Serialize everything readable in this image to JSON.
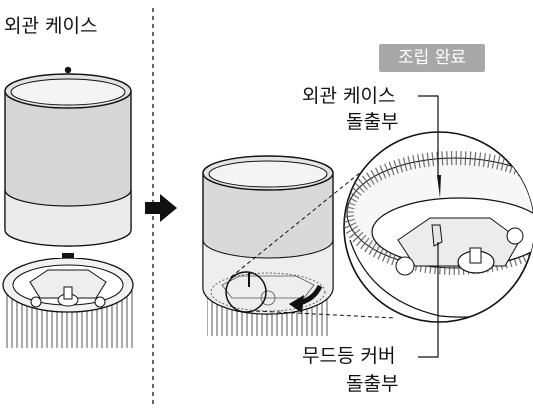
{
  "labels": {
    "outer_case": "외관 케이스",
    "assembly_complete": "조립 완료",
    "callout_outer_case": "외관 케이스",
    "callout_outer_case_2": "돌출부",
    "callout_mood_cover": "무드등 커버",
    "callout_mood_cover_2": "돌출부"
  },
  "colors": {
    "badge_bg": "#a8a8a8",
    "case_fill": "#d6d6d6",
    "case_band": "#ebebeb",
    "line": "#111111",
    "ribs": "#555555",
    "callout_mark": "#e6e6e6"
  },
  "icons": [
    "down-arrow-icon",
    "right-arrow-icon",
    "rotate-arrow-icon"
  ]
}
